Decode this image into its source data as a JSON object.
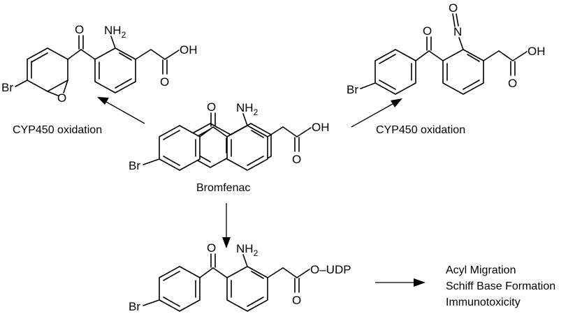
{
  "atoms": {
    "oxygen": "O",
    "hydroxyl": "OH",
    "amine": "NH",
    "amine_subscript": "2",
    "bromine": "Br",
    "nitrogen": "N",
    "glucuronide_link": "O–UDP"
  },
  "labels": {
    "parent": "Bromfenac",
    "oxidation_left": "CYP450 oxidation",
    "oxidation_right": "CYP450 oxidation",
    "outcomes": [
      "Acyl Migration",
      "Schiff Base Formation",
      "Immunotoxicity"
    ]
  }
}
